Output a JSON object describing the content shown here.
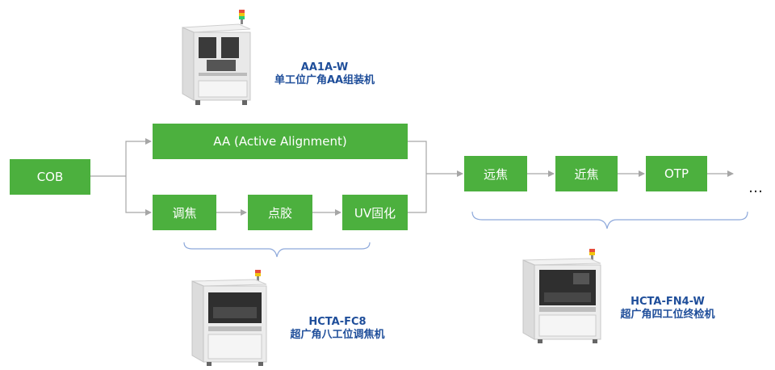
{
  "process": {
    "cob": "COB",
    "aa": "AA (Active Alignment)",
    "focus": "调焦",
    "glue": "点胶",
    "uv": "UV固化",
    "far_focus": "远焦",
    "near_focus": "近焦",
    "otp": "OTP",
    "ellipsis": "…"
  },
  "machines": {
    "aa1a": {
      "model": "AA1A-W",
      "desc": "单工位广角AA组装机"
    },
    "fc8": {
      "model": "HCTA-FC8",
      "desc": "超广角八工位调焦机"
    },
    "fn4": {
      "model": "HCTA-FN4-W",
      "desc": "超广角四工位终检机"
    }
  },
  "colors": {
    "box_fill": "#4CB03E",
    "box_text": "#FFFFFF",
    "label_text": "#1F4E9A",
    "arrow": "#A6A6A6",
    "brace": "#8EA9DB"
  }
}
